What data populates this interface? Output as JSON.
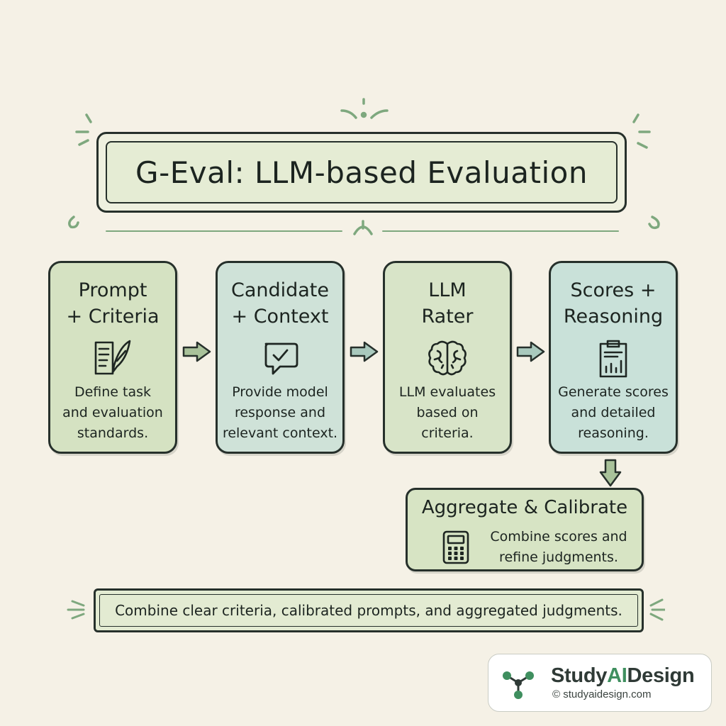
{
  "title": "G-Eval: LLM-based Evaluation",
  "steps": [
    {
      "title": "Prompt\n+ Criteria",
      "description": "Define task\nand evaluation\nstandards.",
      "icon": "document-quill-icon",
      "color": "#d5e2c2"
    },
    {
      "title": "Candidate\n+ Context",
      "description": "Provide model\nresponse and\nrelevant context.",
      "icon": "chat-check-icon",
      "color": "#cfe2d8"
    },
    {
      "title": "LLM\nRater",
      "description": "LLM evaluates\nbased on\ncriteria.",
      "icon": "brain-icon",
      "color": "#d8e4c8"
    },
    {
      "title": "Scores +\nReasoning",
      "description": "Generate scores\nand detailed\nreasoning.",
      "icon": "clipboard-chart-icon",
      "color": "#c9e1d9"
    }
  ],
  "aggregate": {
    "title": "Aggregate & Calibrate",
    "description": "Combine scores and\nrefine judgments.",
    "icon": "calculator-icon"
  },
  "footer": "Combine clear criteria, calibrated prompts, and aggregated judgments.",
  "brand": {
    "name_prefix": "Study",
    "name_accent": "AI",
    "name_suffix": "Design",
    "url": "© studyaidesign.com",
    "accent_color": "#3f8f5f"
  },
  "colors": {
    "background": "#f5f1e6",
    "ink": "#26302b",
    "arrow_fill": "#a9c29a",
    "ornament": "#7ea87e"
  }
}
